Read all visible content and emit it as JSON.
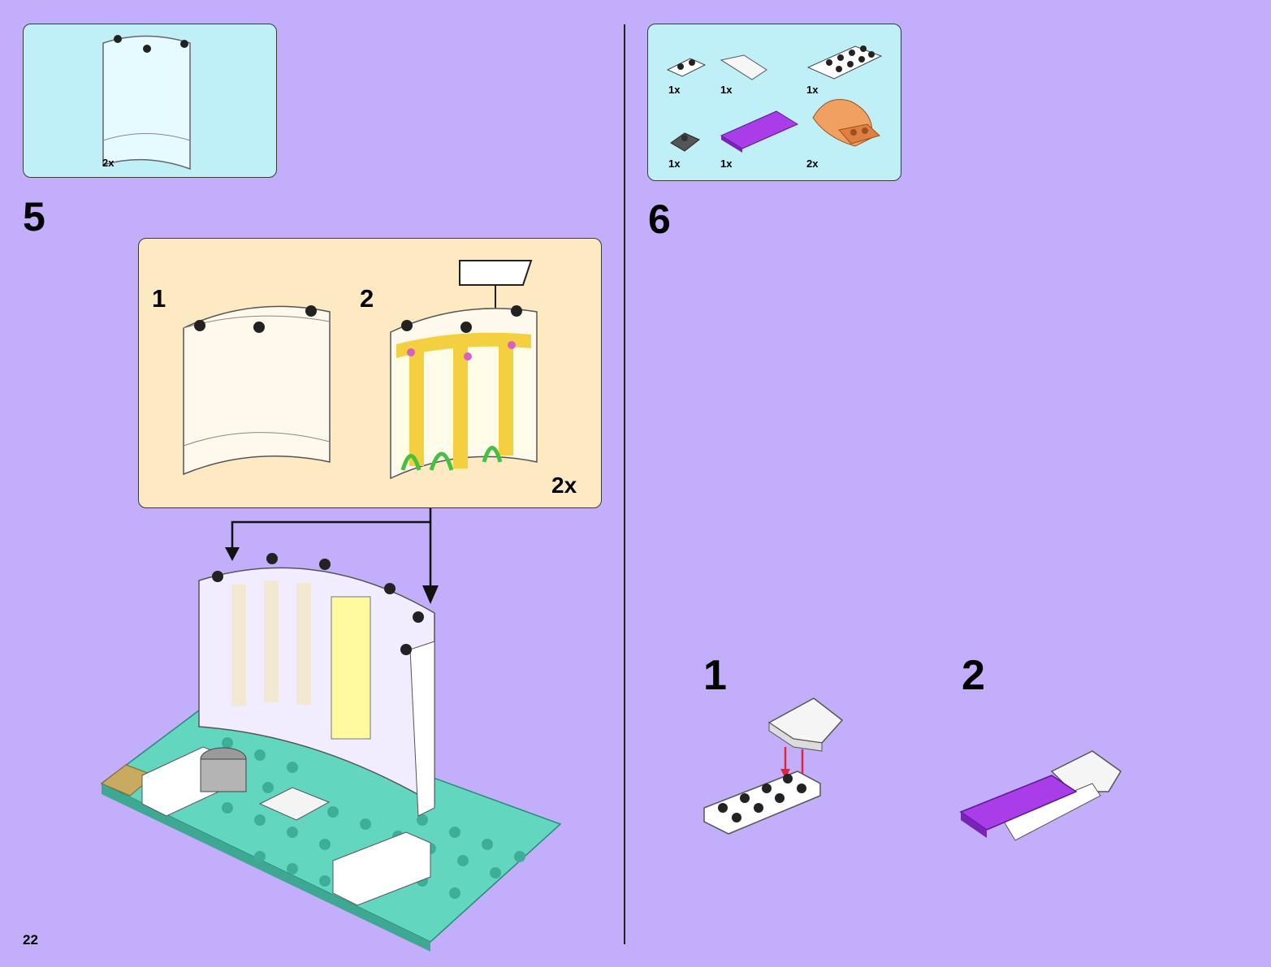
{
  "page_number": "22",
  "step5": {
    "number": "5",
    "parts": [
      {
        "qty": "2x",
        "part": "curved-panel"
      }
    ],
    "callout": {
      "substeps": [
        "1",
        "2"
      ],
      "multiplier": "2x"
    }
  },
  "step6": {
    "number": "6",
    "parts": [
      {
        "qty": "1x",
        "part": "plate-1x2"
      },
      {
        "qty": "1x",
        "part": "curved-slope"
      },
      {
        "qty": "1x",
        "part": "plate-2x4"
      },
      {
        "qty": "1x",
        "part": "round-plate-dark-grey"
      },
      {
        "qty": "1x",
        "part": "tile-purple"
      },
      {
        "qty": "2x",
        "part": "shell-orange"
      }
    ],
    "substeps": [
      "1",
      "2"
    ]
  },
  "colors": {
    "background": "#c3aefb",
    "parts_panel": "#bff0f8",
    "callout": "#fde9c2",
    "baseplate": "#63d6bf",
    "purple_tile": "#a93ee8",
    "shell": "#f0a060",
    "arrow_red": "#e0243a"
  }
}
